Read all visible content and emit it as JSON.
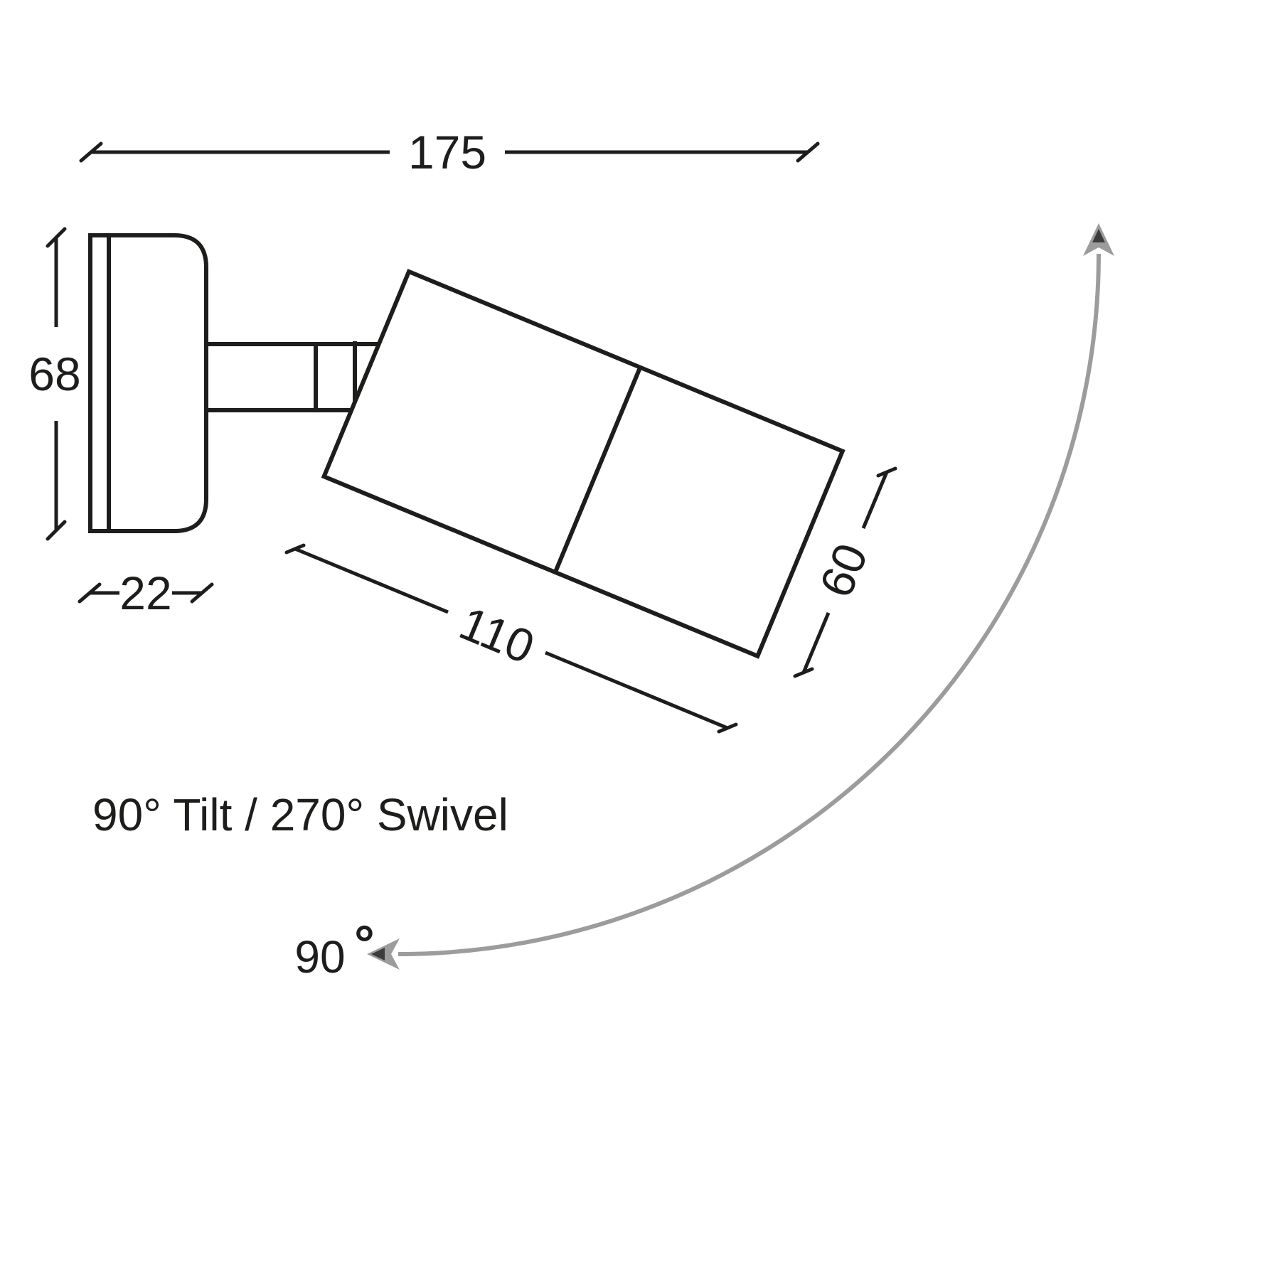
{
  "dims": {
    "overall_width": "175",
    "plate_height": "68",
    "plate_depth": "22",
    "body_length": "110",
    "body_width": "60"
  },
  "labels": {
    "tilt_swivel": "90° Tilt / 270° Swivel",
    "swivel_value": "90",
    "swivel_degree": "°"
  },
  "colors": {
    "line": "#1d1d1b",
    "arc_arrow": "#9c9c9c",
    "background": "#ffffff"
  }
}
